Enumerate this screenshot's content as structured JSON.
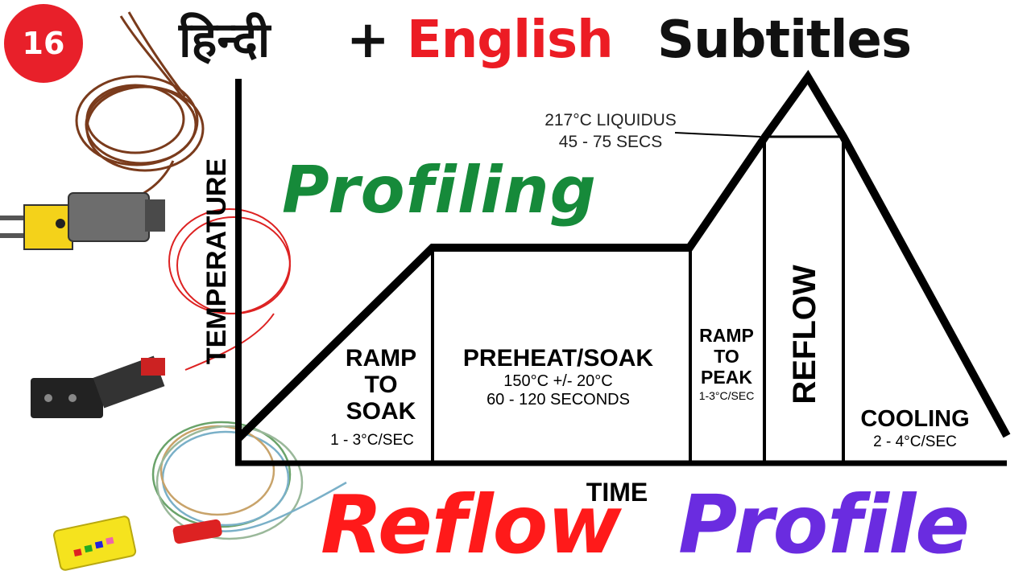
{
  "header": {
    "badge_number": "16",
    "hindi": "हिन्दी",
    "plus": "+",
    "english": "English",
    "subtitles": "Subtitles"
  },
  "overlay": {
    "profiling": "Profiling",
    "reflow": "Reflow",
    "profile": "Profile"
  },
  "diagram": {
    "y_axis_label": "TEMPERATURE",
    "x_axis_label": "TIME",
    "liquidus_line1": "217°C LIQUIDUS",
    "liquidus_line2": "45 - 75 SECS",
    "zones": {
      "ramp_to_soak": {
        "line1": "RAMP",
        "line2": "TO",
        "line3": "SOAK",
        "rate": "1 - 3°C/SEC"
      },
      "preheat_soak": {
        "title": "PREHEAT/SOAK",
        "temp": "150°C +/- 20°C",
        "time": "60 - 120 SECONDS"
      },
      "ramp_to_peak": {
        "line1": "RAMP",
        "line2": "TO",
        "line3": "PEAK",
        "rate": "1-3°C/SEC"
      },
      "reflow": {
        "title": "REFLOW"
      },
      "cooling": {
        "title": "COOLING",
        "rate": "2 - 4°C/SEC"
      }
    }
  },
  "colors": {
    "badge": "#e8202a",
    "english": "#ec1c24",
    "profiling": "#168a3a",
    "reflow": "#ff1a1a",
    "profile": "#6a2ce0",
    "line": "#000000"
  },
  "illustration": {
    "subject": "thermocouple probes with connectors and wires",
    "icons": [
      "thermocouple-connector-icon",
      "wire-coil-icon",
      "thermocouple-logger-icon"
    ]
  }
}
